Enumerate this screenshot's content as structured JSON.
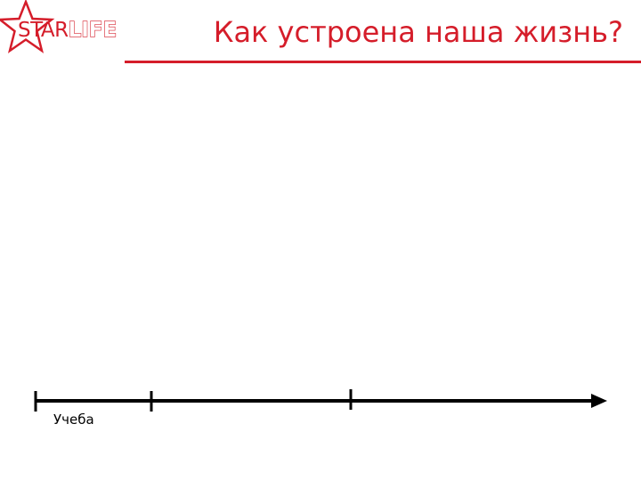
{
  "logo": {
    "star_text": "STAR",
    "life_text": "LIFE",
    "icon": "star-outline-icon",
    "brand_color": "#d51d2a"
  },
  "header": {
    "title": "Как устроена наша жизнь?"
  },
  "timeline": {
    "stages": [
      "Учеба"
    ],
    "line_color": "#000000",
    "arrow_icon": "arrowhead-right-icon"
  }
}
